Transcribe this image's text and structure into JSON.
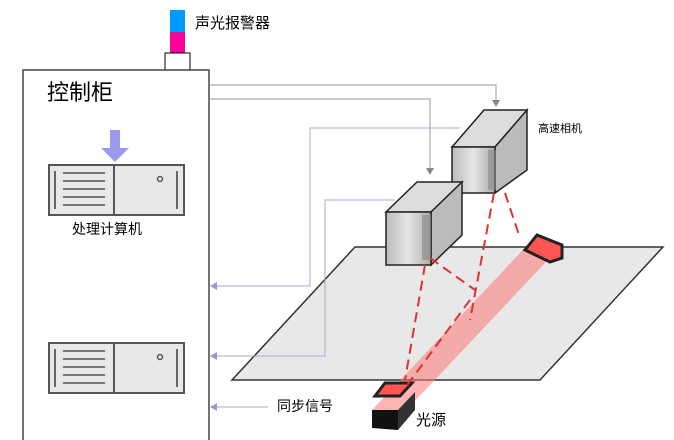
{
  "labels": {
    "alarm": "声光报警器",
    "cabinet": "控制柜",
    "computer": "处理计算机",
    "camera": "高速相机",
    "sync_signal": "同步信号",
    "light_source": "光源"
  },
  "colors": {
    "alarm_top": "#0099ff",
    "alarm_bottom": "#ff0099",
    "arrow": "#9999ee",
    "signal_line": "#aaaacc",
    "laser": "#e03030",
    "light_top": "#ff6666"
  }
}
